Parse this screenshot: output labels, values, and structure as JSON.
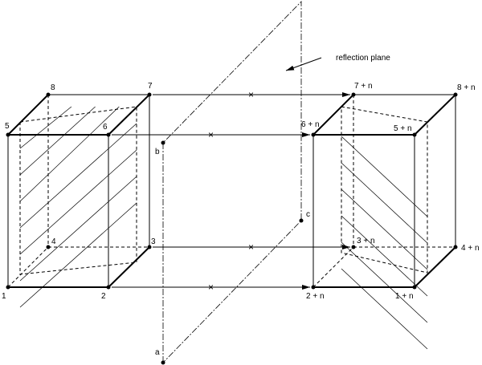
{
  "annotation": "reflection plane",
  "left_cube": {
    "v1": "1",
    "v2": "2",
    "v3": "3",
    "v4": "4",
    "v5": "5",
    "v6": "6",
    "v7": "7",
    "v8": "8"
  },
  "right_cube": {
    "v1": "1 + n",
    "v2": "2 + n",
    "v3": "3 + n",
    "v4": "4 + n",
    "v5": "5 + n",
    "v6": "6 + n",
    "v7": "7 + n",
    "v8": "8 + n"
  },
  "plane_points": {
    "a": "a",
    "b": "b",
    "c": "c"
  },
  "midpoint_marker": "×"
}
